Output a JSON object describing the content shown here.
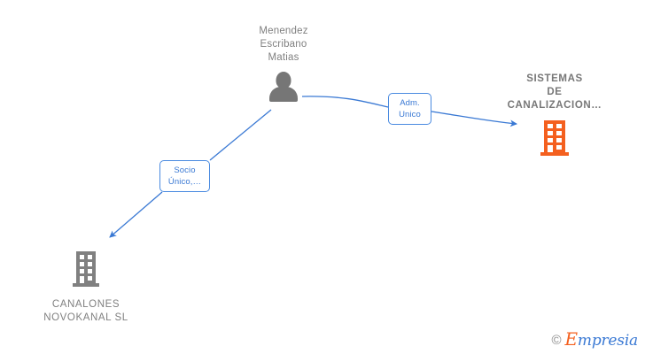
{
  "diagram": {
    "type": "corporate-relationship-graph",
    "background": "#ffffff",
    "colors": {
      "edge": "#3a79d4",
      "label_border": "#4a8ae0",
      "label_text": "#3a79d4",
      "person_icon": "#767676",
      "company_icon_gray": "#808080",
      "company_icon_orange": "#f4601f",
      "text_gray": "#808080"
    },
    "nodes": [
      {
        "id": "person",
        "kind": "person",
        "icon": "person-icon",
        "label": "Menendez\nEscribano\nMatias"
      },
      {
        "id": "company-right",
        "kind": "company",
        "icon": "building-icon",
        "icon_color": "#f4601f",
        "label": "SISTEMAS\nDE\nCANALIZACION…"
      },
      {
        "id": "company-left",
        "kind": "company",
        "icon": "building-icon",
        "icon_color": "#808080",
        "label": "CANALONES\nNOVOKANAL SL"
      }
    ],
    "edges": [
      {
        "id": "edge-adm",
        "from": "person",
        "to": "company-right",
        "label": "Adm.\nUnico"
      },
      {
        "id": "edge-socio",
        "from": "person",
        "to": "company-left",
        "label": "Socio\nÚnico,…"
      }
    ]
  },
  "watermark": {
    "copyright": "©",
    "brand_initial": "E",
    "brand_rest": "mpresia"
  }
}
